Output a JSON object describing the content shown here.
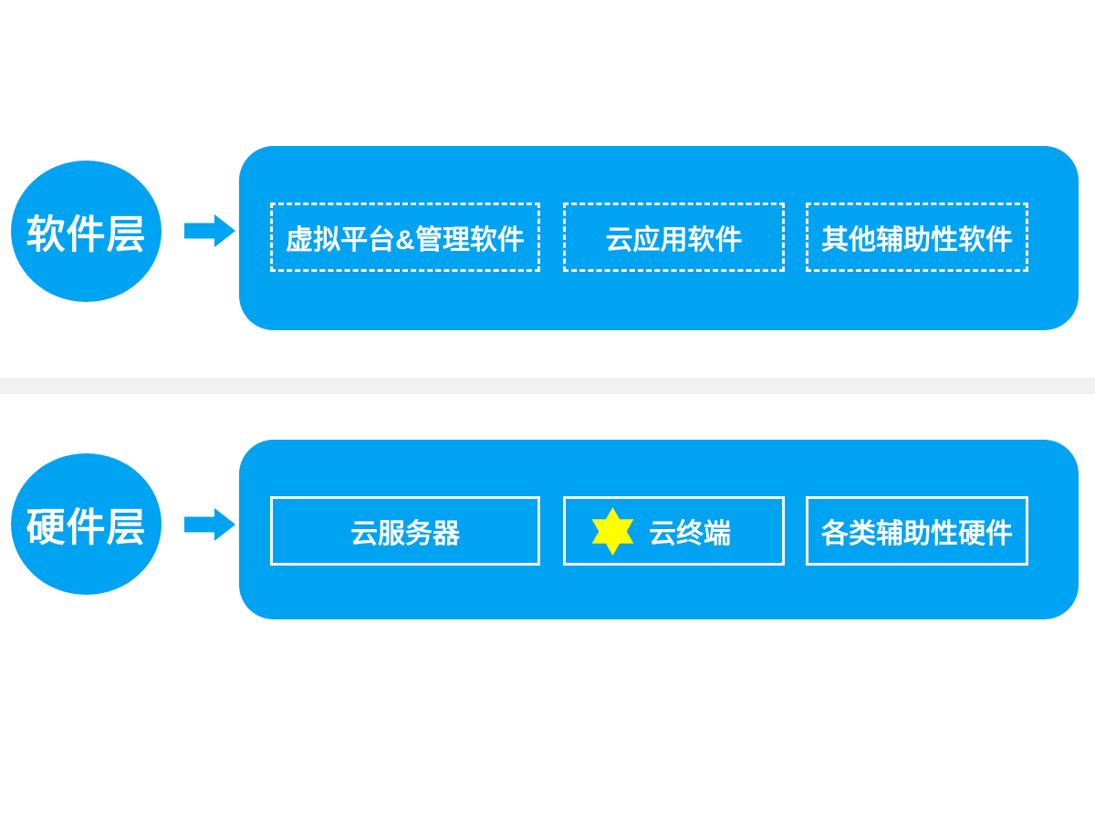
{
  "colors": {
    "primary_blue": "#00A2F2",
    "star_yellow": "#FFFF00",
    "divider_gray": "#F1F1F1",
    "text_white": "#FFFFFF"
  },
  "layers": [
    {
      "name": "软件层",
      "item_border": "dashed",
      "items": [
        {
          "label": "虚拟平台&管理软件"
        },
        {
          "label": "云应用软件"
        },
        {
          "label": "其他辅助性软件"
        }
      ]
    },
    {
      "name": "硬件层",
      "item_border": "solid",
      "items": [
        {
          "label": "云服务器"
        },
        {
          "label": "云终端",
          "icon": "six-pointed-star"
        },
        {
          "label": "各类辅助性硬件"
        }
      ]
    }
  ]
}
